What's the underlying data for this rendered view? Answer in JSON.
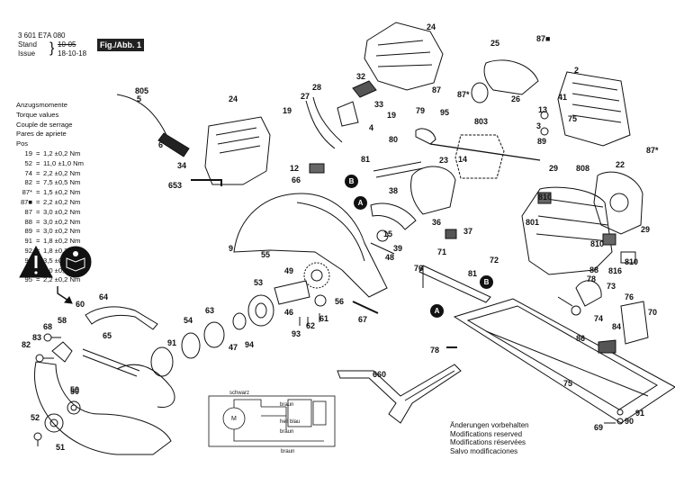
{
  "header": {
    "part_number": "3 601 E7A 080",
    "stand_label": "Stand",
    "stand_value": "10-05",
    "issue_label": "Issue",
    "issue_value": "18-10-18",
    "figure_label": "Fig./Abb. 1"
  },
  "torque": {
    "titles": [
      "Anzugsmomente",
      "Torque values",
      "Couple de serrage",
      "Pares de apriete",
      "Pos"
    ],
    "rows": [
      {
        "pos": "19",
        "value": "1,2 ±0,2 Nm"
      },
      {
        "pos": "52",
        "value": "11,0 ±1,0 Nm"
      },
      {
        "pos": "74",
        "value": "2,2 ±0,2 Nm"
      },
      {
        "pos": "82",
        "value": "7,5 ±0,5 Nm"
      },
      {
        "pos": "87*",
        "value": "1,5 ±0,2 Nm"
      },
      {
        "pos": "87■",
        "value": "2,2 ±0,2 Nm"
      },
      {
        "pos": "87",
        "value": "3,0 ±0,2 Nm"
      },
      {
        "pos": "88",
        "value": "3,0 ±0,2 Nm"
      },
      {
        "pos": "89",
        "value": "3,0 ±0,2 Nm"
      },
      {
        "pos": "91",
        "value": "1,8 ±0,2 Nm"
      },
      {
        "pos": "92",
        "value": "1,8 ±0,2 Nm"
      },
      {
        "pos": "93",
        "value": "3,5 ±0,5 Nm"
      },
      {
        "pos": "94",
        "value": "3,0 ±0,2 Nm"
      },
      {
        "pos": "95",
        "value": "2,2 ±0,2 Nm"
      }
    ]
  },
  "notes": [
    "Änderungen vorbehalten",
    "Modifications reserved",
    "Modifications réservées",
    "Salvo modificaciones"
  ],
  "schematic": {
    "wire_top": "schwarz",
    "wire_brown_1": "braun",
    "wire_light_blue": "hell blau",
    "wire_brown_2": "braun",
    "wire_bottom": "braun",
    "motor_label": "M"
  },
  "badges": {
    "a": "A",
    "b": "B"
  },
  "callouts": [
    {
      "id": "24",
      "text": "24"
    },
    {
      "id": "87sq-top",
      "text": "87■"
    },
    {
      "id": "25",
      "text": "25"
    },
    {
      "id": "2",
      "text": "2"
    },
    {
      "id": "32",
      "text": "32"
    },
    {
      "id": "87-a",
      "text": "87"
    },
    {
      "id": "805",
      "text": "805"
    },
    {
      "id": "5",
      "text": "5"
    },
    {
      "id": "28",
      "text": "28"
    },
    {
      "id": "27",
      "text": "27"
    },
    {
      "id": "24-b",
      "text": "24"
    },
    {
      "id": "33",
      "text": "33"
    },
    {
      "id": "87star-a",
      "text": "87*"
    },
    {
      "id": "41",
      "text": "41"
    },
    {
      "id": "26",
      "text": "26"
    },
    {
      "id": "19-a",
      "text": "19"
    },
    {
      "id": "19-b",
      "text": "19"
    },
    {
      "id": "79",
      "text": "79"
    },
    {
      "id": "95",
      "text": "95"
    },
    {
      "id": "803",
      "text": "803"
    },
    {
      "id": "13",
      "text": "13"
    },
    {
      "id": "4",
      "text": "4"
    },
    {
      "id": "75-a",
      "text": "75"
    },
    {
      "id": "6",
      "text": "6"
    },
    {
      "id": "80",
      "text": "80"
    },
    {
      "id": "89",
      "text": "89"
    },
    {
      "id": "3",
      "text": "3"
    },
    {
      "id": "87star-b",
      "text": "87*"
    },
    {
      "id": "34",
      "text": "34"
    },
    {
      "id": "81-a",
      "text": "81"
    },
    {
      "id": "23",
      "text": "23"
    },
    {
      "id": "14",
      "text": "14"
    },
    {
      "id": "12",
      "text": "12"
    },
    {
      "id": "29",
      "text": "29"
    },
    {
      "id": "808",
      "text": "808"
    },
    {
      "id": "22",
      "text": "22"
    },
    {
      "id": "66",
      "text": "66"
    },
    {
      "id": "653",
      "text": "653"
    },
    {
      "id": "38",
      "text": "38"
    },
    {
      "id": "15",
      "text": "15"
    },
    {
      "id": "810-a",
      "text": "810"
    },
    {
      "id": "801",
      "text": "801"
    },
    {
      "id": "29-b",
      "text": "29"
    },
    {
      "id": "36",
      "text": "36"
    },
    {
      "id": "37",
      "text": "37"
    },
    {
      "id": "810-b",
      "text": "810"
    },
    {
      "id": "9",
      "text": "9"
    },
    {
      "id": "55",
      "text": "55"
    },
    {
      "id": "39",
      "text": "39"
    },
    {
      "id": "48",
      "text": "48"
    },
    {
      "id": "71",
      "text": "71"
    },
    {
      "id": "72",
      "text": "72"
    },
    {
      "id": "816",
      "text": "816"
    },
    {
      "id": "810-c",
      "text": "810"
    },
    {
      "id": "49",
      "text": "49"
    },
    {
      "id": "76-a",
      "text": "76"
    },
    {
      "id": "81-b",
      "text": "81"
    },
    {
      "id": "88",
      "text": "88"
    },
    {
      "id": "78-a",
      "text": "78"
    },
    {
      "id": "73",
      "text": "73"
    },
    {
      "id": "53",
      "text": "53"
    },
    {
      "id": "60",
      "text": "60"
    },
    {
      "id": "64",
      "text": "64"
    },
    {
      "id": "50-a",
      "text": "50"
    },
    {
      "id": "56",
      "text": "56"
    },
    {
      "id": "76-b",
      "text": "76"
    },
    {
      "id": "63",
      "text": "63"
    },
    {
      "id": "46",
      "text": "46"
    },
    {
      "id": "61",
      "text": "61"
    },
    {
      "id": "67",
      "text": "67"
    },
    {
      "id": "74",
      "text": "74"
    },
    {
      "id": "70",
      "text": "70"
    },
    {
      "id": "68",
      "text": "68"
    },
    {
      "id": "58",
      "text": "58"
    },
    {
      "id": "54",
      "text": "54"
    },
    {
      "id": "62",
      "text": "62"
    },
    {
      "id": "84",
      "text": "84"
    },
    {
      "id": "82",
      "text": "82"
    },
    {
      "id": "65",
      "text": "65"
    },
    {
      "id": "93",
      "text": "93"
    },
    {
      "id": "83",
      "text": "83"
    },
    {
      "id": "91-a",
      "text": "91"
    },
    {
      "id": "47",
      "text": "47"
    },
    {
      "id": "94",
      "text": "94"
    },
    {
      "id": "86",
      "text": "86"
    },
    {
      "id": "78-b",
      "text": "78"
    },
    {
      "id": "660",
      "text": "660"
    },
    {
      "id": "50-b",
      "text": "50"
    },
    {
      "id": "75-b",
      "text": "75"
    },
    {
      "id": "52",
      "text": "52"
    },
    {
      "id": "91-b",
      "text": "91"
    },
    {
      "id": "90",
      "text": "90"
    },
    {
      "id": "51",
      "text": "51"
    },
    {
      "id": "69",
      "text": "69"
    }
  ]
}
